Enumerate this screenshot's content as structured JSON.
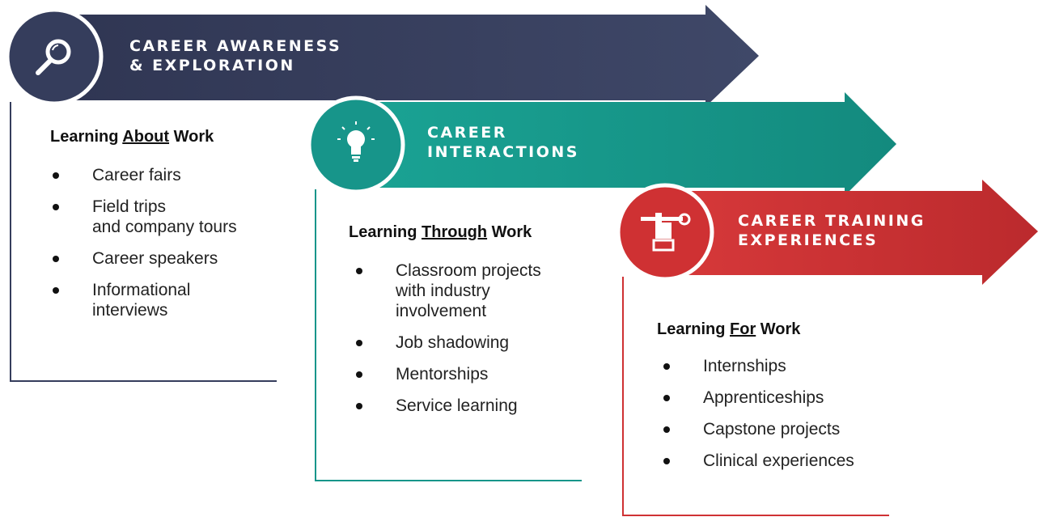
{
  "colors": {
    "navy": "#353d5c",
    "teal": "#17958a",
    "red": "#cf3133"
  },
  "stages": [
    {
      "title_lines": [
        "CAREER AWARENESS",
        "& EXPLORATION"
      ],
      "heading_pre": "Learning ",
      "heading_key": "About",
      "heading_post": " Work",
      "items": [
        "Career fairs",
        "Field trips\nand company tours",
        "Career speakers",
        "Informational\ninterviews"
      ],
      "icon": "magnifier-icon"
    },
    {
      "title_lines": [
        "CAREER",
        "INTERACTIONS"
      ],
      "heading_pre": "Learning ",
      "heading_key": "Through",
      "heading_post": " Work",
      "items": [
        "Classroom projects\nwith industry\ninvolvement",
        "Job shadowing",
        "Mentorships",
        "Service learning"
      ],
      "icon": "lightbulb-icon"
    },
    {
      "title_lines": [
        "CAREER TRAINING",
        "EXPERIENCES"
      ],
      "heading_pre": "Learning ",
      "heading_key": "For",
      "heading_post": " Work",
      "items": [
        "Internships",
        "Apprenticeships",
        "Capstone projects",
        "Clinical experiences"
      ],
      "icon": "hand-wrench-icon"
    }
  ]
}
